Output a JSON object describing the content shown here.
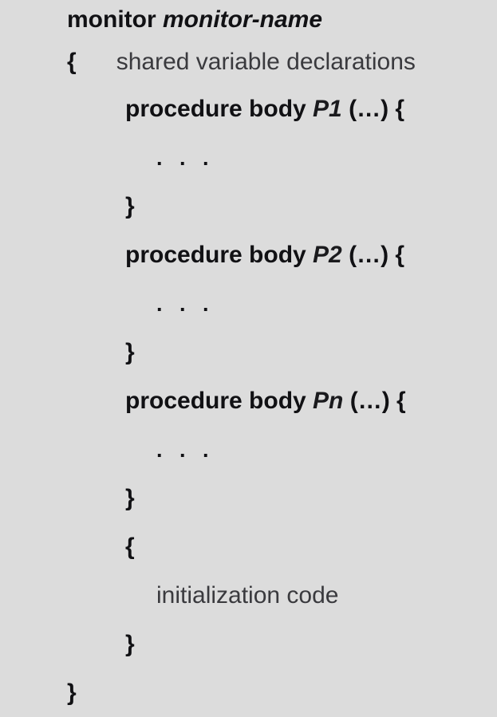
{
  "slide": {
    "kind": "pseudocode-listing",
    "subject": "monitor",
    "background_color": "#dcdcdc",
    "text_color": "#18181a",
    "lines": [
      {
        "indent": 0,
        "parts": [
          {
            "text": "monitor ",
            "style": "kw"
          },
          {
            "text": "monitor-name",
            "style": "nm"
          }
        ]
      },
      {
        "indent": 0,
        "parts": [
          {
            "text": "{",
            "style": "brace"
          },
          {
            "text": "      ",
            "style": "plain"
          },
          {
            "text": "shared variable declarations",
            "style": "plain"
          }
        ]
      },
      {
        "indent": 1,
        "parts": [
          {
            "text": "procedure body ",
            "style": "kw"
          },
          {
            "text": "P1",
            "style": "proc-id"
          },
          {
            "text": " (…) {",
            "style": "kw"
          }
        ]
      },
      {
        "indent": 2,
        "parts": [
          {
            "text": ". . .",
            "style": "dots"
          }
        ]
      },
      {
        "indent": 1,
        "parts": [
          {
            "text": "}",
            "style": "brace"
          }
        ]
      },
      {
        "indent": 1,
        "parts": [
          {
            "text": "procedure body ",
            "style": "kw"
          },
          {
            "text": "P2",
            "style": "proc-id"
          },
          {
            "text": " (…) {",
            "style": "kw"
          }
        ]
      },
      {
        "indent": 2,
        "parts": [
          {
            "text": ". . .",
            "style": "dots"
          }
        ]
      },
      {
        "indent": 1,
        "parts": [
          {
            "text": "}",
            "style": "brace"
          }
        ]
      },
      {
        "indent": 1,
        "parts": [
          {
            "text": "procedure body ",
            "style": "kw"
          },
          {
            "text": "Pn",
            "style": "proc-id"
          },
          {
            "text": " (…) {",
            "style": "kw"
          }
        ]
      },
      {
        "indent": 2,
        "parts": [
          {
            "text": ". . .",
            "style": "dots"
          }
        ]
      },
      {
        "indent": 1,
        "parts": [
          {
            "text": "}",
            "style": "brace"
          }
        ]
      },
      {
        "indent": 1,
        "parts": [
          {
            "text": "{",
            "style": "brace"
          }
        ]
      },
      {
        "indent": 2,
        "parts": [
          {
            "text": "initialization code",
            "style": "plain"
          }
        ]
      },
      {
        "indent": 1,
        "parts": [
          {
            "text": "}",
            "style": "brace"
          }
        ]
      },
      {
        "indent": 0,
        "parts": [
          {
            "text": "}",
            "style": "brace"
          }
        ]
      }
    ]
  }
}
